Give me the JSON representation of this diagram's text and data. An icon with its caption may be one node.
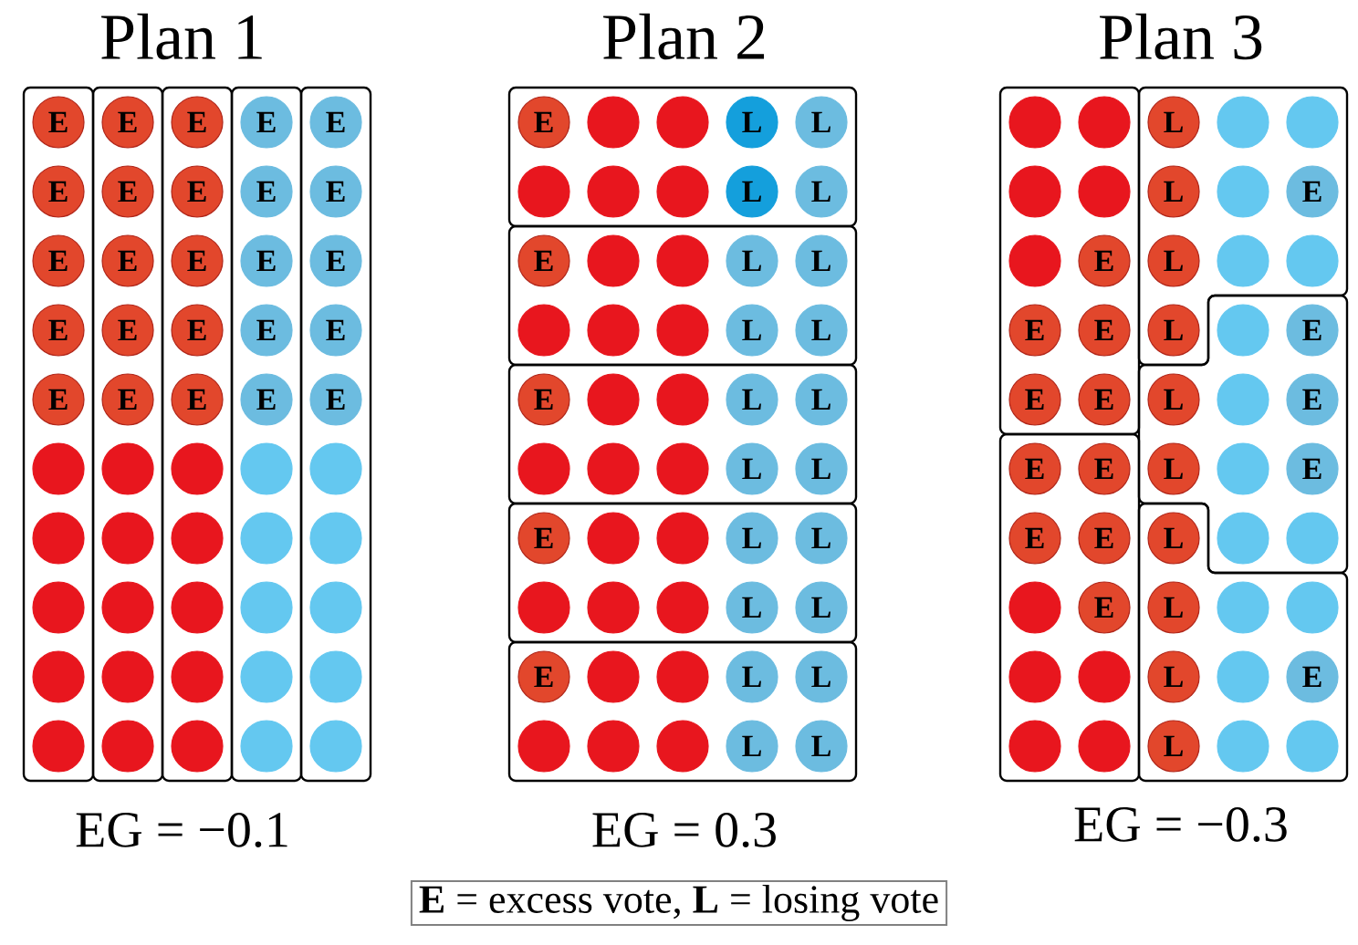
{
  "diagram": {
    "nodes": [
      {
        "text": [],
        "shape": "box"
      },
      {
        "text": [],
        "shape": "box"
      },
      {
        "text": [],
        "shape": "box"
      },
      {
        "text": [],
        "shape": "box"
      },
      {
        "text": [],
        "shape": "box"
      },
      {
        "text": [
          "E"
        ],
        "in": 0
      },
      {
        "text": [
          "E"
        ],
        "in": 1
      },
      {
        "text": [
          "E"
        ],
        "in": 2
      },
      {
        "text": [
          "E"
        ],
        "in": 3
      },
      {
        "text": [
          "E"
        ],
        "in": 4
      },
      {
        "text": [
          "E"
        ],
        "in": 0
      },
      {
        "text": [
          "E"
        ],
        "in": 1
      },
      {
        "text": [
          "E"
        ],
        "in": 2
      },
      {
        "text": [
          "E"
        ],
        "in": 3
      },
      {
        "text": [
          "E"
        ],
        "in": 4
      },
      {
        "text": [
          "E"
        ],
        "in": 0
      },
      {
        "text": [
          "E"
        ],
        "in": 1
      },
      {
        "text": [
          "E"
        ],
        "in": 2
      },
      {
        "text": [
          "E"
        ],
        "in": 3
      },
      {
        "text": [
          "E"
        ],
        "in": 4
      },
      {
        "text": [
          "E"
        ],
        "in": 0
      },
      {
        "text": [
          "E"
        ],
        "in": 1
      },
      {
        "text": [
          "E"
        ],
        "in": 2
      },
      {
        "text": [
          "E"
        ],
        "in": 3
      },
      {
        "text": [
          "E"
        ],
        "in": 4
      },
      {
        "text": [
          "E"
        ],
        "in": 0
      },
      {
        "text": [
          "E"
        ],
        "in": 1
      },
      {
        "text": [
          "E"
        ],
        "in": 2
      },
      {
        "text": [
          "E"
        ],
        "in": 3
      },
      {
        "text": [
          "E"
        ],
        "in": 4
      },
      {
        "text": [],
        "shape": "circle",
        "in": 0
      },
      {
        "text": [],
        "shape": "circle",
        "in": 1
      },
      {
        "text": [],
        "shape": "circle",
        "in": 2
      },
      {
        "text": [],
        "shape": "circle",
        "in": 3
      },
      {
        "text": [],
        "shape": "circle",
        "in": 4
      },
      {
        "text": [],
        "shape": "circle",
        "in": 0
      },
      {
        "text": [],
        "shape": "circle",
        "in": 1
      },
      {
        "text": [],
        "shape": "circle",
        "in": 2
      },
      {
        "text": [],
        "shape": "circle",
        "in": 3
      },
      {
        "text": [],
        "shape": "circle",
        "in": 4
      },
      {
        "text": [],
        "shape": "circle",
        "in": 0
      },
      {
        "text": [],
        "shape": "circle",
        "in": 1
      },
      {
        "text": [],
        "shape": "circle",
        "in": 2
      },
      {
        "text": [],
        "shape": "circle",
        "in": 3
      },
      {
        "text": [],
        "shape": "circle",
        "in": 4
      },
      {
        "text": [],
        "shape": "circle",
        "in": 0
      },
      {
        "text": [],
        "shape": "circle",
        "in": 1
      },
      {
        "text": [],
        "shape": "circle",
        "in": 2
      },
      {
        "text": [],
        "shape": "circle",
        "in": 3
      },
      {
        "text": [],
        "shape": "circle",
        "in": 4
      },
      {
        "text": [],
        "shape": "circle",
        "in": 0
      },
      {
        "text": [],
        "shape": "circle",
        "in": 1
      },
      {
        "text": [],
        "shape": "circle",
        "in": 2
      },
      {
        "text": [],
        "shape": "circle",
        "in": 3
      },
      {
        "text": [],
        "shape": "circle",
        "in": 4
      },
      {
        "text": [],
        "shape": "box"
      },
      {
        "text": [],
        "shape": "box"
      },
      {
        "text": [],
        "shape": "box"
      },
      {
        "text": [],
        "shape": "box"
      },
      {
        "text": [],
        "shape": "box"
      },
      {
        "text": [
          "E"
        ],
        "in": 55
      },
      {
        "text": [],
        "shape": "circle",
        "in": 55
      },
      {
        "text": [],
        "shape": "circle",
        "in": 55
      },
      {
        "text": [
          "L"
        ],
        "in": 55
      },
      {
        "text": [
          "L"
        ],
        "in": 55
      },
      {
        "text": [],
        "shape": "circle",
        "in": 55
      },
      {
        "text": [],
        "shape": "circle",
        "in": 55
      },
      {
        "text": [],
        "shape": "circle",
        "in": 55
      },
      {
        "text": [
          "L"
        ],
        "in": 55
      },
      {
        "text": [
          "L"
        ],
        "in": 55
      },
      {
        "text": [
          "E"
        ],
        "in": 56
      },
      {
        "text": [],
        "shape": "circle",
        "in": 56
      },
      {
        "text": [],
        "shape": "circle",
        "in": 56
      },
      {
        "text": [
          "L"
        ],
        "in": 56
      },
      {
        "text": [
          "L"
        ],
        "in": 56
      },
      {
        "text": [],
        "shape": "circle",
        "in": 56
      },
      {
        "text": [],
        "shape": "circle",
        "in": 56
      },
      {
        "text": [],
        "shape": "circle",
        "in": 56
      },
      {
        "text": [
          "L"
        ],
        "in": 56
      },
      {
        "text": [
          "L"
        ],
        "in": 56
      },
      {
        "text": [
          "E"
        ],
        "in": 57
      },
      {
        "text": [],
        "shape": "circle",
        "in": 57
      },
      {
        "text": [],
        "shape": "circle",
        "in": 57
      },
      {
        "text": [
          "L"
        ],
        "in": 57
      },
      {
        "text": [
          "L"
        ],
        "in": 57
      },
      {
        "text": [],
        "shape": "circle",
        "in": 57
      },
      {
        "text": [],
        "shape": "circle",
        "in": 57
      },
      {
        "text": [],
        "shape": "circle",
        "in": 57
      },
      {
        "text": [
          "L"
        ],
        "in": 57
      },
      {
        "text": [
          "L"
        ],
        "in": 57
      },
      {
        "text": [
          "E"
        ],
        "in": 58
      },
      {
        "text": [],
        "shape": "circle",
        "in": 58
      },
      {
        "text": [],
        "shape": "circle",
        "in": 58
      },
      {
        "text": [
          "L"
        ],
        "in": 58
      },
      {
        "text": [
          "L"
        ],
        "in": 58
      },
      {
        "text": [],
        "shape": "circle",
        "in": 58
      },
      {
        "text": [],
        "shape": "circle",
        "in": 58
      },
      {
        "text": [],
        "shape": "circle",
        "in": 58
      },
      {
        "text": [
          "L"
        ],
        "in": 58
      },
      {
        "text": [
          "L"
        ],
        "in": 58
      },
      {
        "text": [
          "E"
        ],
        "in": 59
      },
      {
        "text": [],
        "shape": "circle",
        "in": 59
      },
      {
        "text": [],
        "shape": "circle",
        "in": 59
      },
      {
        "text": [
          "L"
        ],
        "in": 59
      },
      {
        "text": [
          "L"
        ],
        "in": 59
      },
      {
        "text": [],
        "shape": "circle",
        "in": 59
      },
      {
        "text": [],
        "shape": "circle",
        "in": 59
      },
      {
        "text": [],
        "shape": "circle",
        "in": 59
      },
      {
        "text": [
          "L"
        ],
        "in": 59
      },
      {
        "text": [
          "L"
        ],
        "in": 59
      },
      {
        "text": [],
        "shape": "box"
      },
      {
        "text": [],
        "shape": "box"
      },
      {
        "text": [],
        "shape": "box"
      },
      {
        "text": [],
        "shape": "box"
      },
      {
        "text": [],
        "shape": "box"
      },
      {
        "text": [],
        "shape": "circle",
        "in": 110
      },
      {
        "text": [],
        "shape": "circle",
        "in": 110
      },
      {
        "text": [
          "L"
        ],
        "in": 111
      },
      {
        "text": [],
        "shape": "circle",
        "in": 111
      },
      {
        "text": [],
        "shape": "circle",
        "in": 111
      },
      {
        "text": [],
        "shape": "circle",
        "in": 110
      },
      {
        "text": [],
        "shape": "circle",
        "in": 110
      },
      {
        "text": [
          "L"
        ],
        "in": 111
      },
      {
        "text": [],
        "shape": "circle",
        "in": 111
      },
      {
        "text": [
          "E"
        ],
        "in": 111
      },
      {
        "text": [],
        "shape": "circle",
        "in": 110
      },
      {
        "text": [
          "E"
        ],
        "in": 110
      },
      {
        "text": [
          "L"
        ],
        "in": 111
      },
      {
        "text": [],
        "shape": "circle",
        "in": 111
      },
      {
        "text": [],
        "shape": "circle",
        "in": 111
      },
      {
        "text": [
          "E"
        ],
        "in": 110
      },
      {
        "text": [
          "E"
        ],
        "in": 110
      },
      {
        "text": [
          "L"
        ],
        "in": 111
      },
      {
        "text": [],
        "shape": "circle",
        "in": 112
      },
      {
        "text": [
          "E"
        ],
        "in": 112
      },
      {
        "text": [
          "E"
        ],
        "in": 110
      },
      {
        "text": [
          "E"
        ],
        "in": 110
      },
      {
        "text": [
          "L"
        ],
        "in": 112
      },
      {
        "text": [],
        "shape": "circle",
        "in": 112
      },
      {
        "text": [
          "E"
        ],
        "in": 112
      },
      {
        "text": [
          "E"
        ],
        "in": 113
      },
      {
        "text": [
          "E"
        ],
        "in": 113
      },
      {
        "text": [
          "L"
        ],
        "in": 112
      },
      {
        "text": [],
        "shape": "circle",
        "in": 112
      },
      {
        "text": [
          "E"
        ],
        "in": 112
      },
      {
        "text": [
          "E"
        ],
        "in": 113
      },
      {
        "text": [
          "E"
        ],
        "in": 113
      },
      {
        "text": [
          "L"
        ],
        "in": 114
      },
      {
        "text": [],
        "shape": "circle",
        "in": 112
      },
      {
        "text": [],
        "shape": "circle",
        "in": 112
      },
      {
        "text": [],
        "shape": "circle",
        "in": 113
      },
      {
        "text": [
          "E"
        ],
        "in": 113
      },
      {
        "text": [
          "L"
        ],
        "in": 114
      },
      {
        "text": [],
        "shape": "circle",
        "in": 114
      },
      {
        "text": [],
        "shape": "circle",
        "in": 114
      },
      {
        "text": [],
        "shape": "circle",
        "in": 113
      },
      {
        "text": [],
        "shape": "circle",
        "in": 113
      },
      {
        "text": [
          "L"
        ],
        "in": 114
      },
      {
        "text": [],
        "shape": "circle",
        "in": 114
      },
      {
        "text": [
          "E"
        ],
        "in": 114
      },
      {
        "text": [],
        "shape": "circle",
        "in": 113
      },
      {
        "text": [],
        "shape": "circle",
        "in": 113
      },
      {
        "text": [
          "L"
        ],
        "in": 114
      },
      {
        "text": [],
        "shape": "circle",
        "in": 114
      },
      {
        "text": [],
        "shape": "circle",
        "in": 114
      }
    ],
    "labels": [
      "Plan 1",
      "Plan 2",
      "Plan 3",
      "EG = −0.1",
      "EG = 0.3",
      "EG = −0.3",
      "**E** = excess vote, **L** = losing vote"
    ]
  }
}
